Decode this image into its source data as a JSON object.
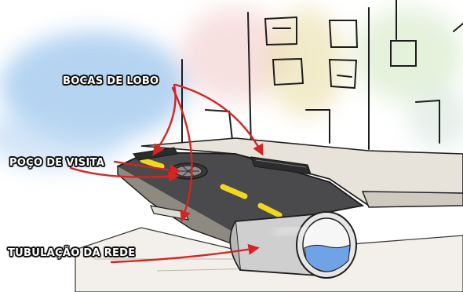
{
  "labels": {
    "bocas_de_lobo": "BOCAS DE LOBO",
    "poco_de_visita": "POÇO DE VISITA",
    "tubulacao_da_rede": "TUBULAÇÃO DA REDE"
  },
  "colors": {
    "arrow": "#d42424",
    "label_text": "#ffffff",
    "label_outline": "#111111",
    "road": "#4a4a4c",
    "road_stripe": "#f0d820",
    "sidewalk": "#d8d4cc",
    "pipe": "#cfcfcf",
    "pipe_water": "#6fa3e6",
    "sky_wash": "#9cc6ee"
  }
}
